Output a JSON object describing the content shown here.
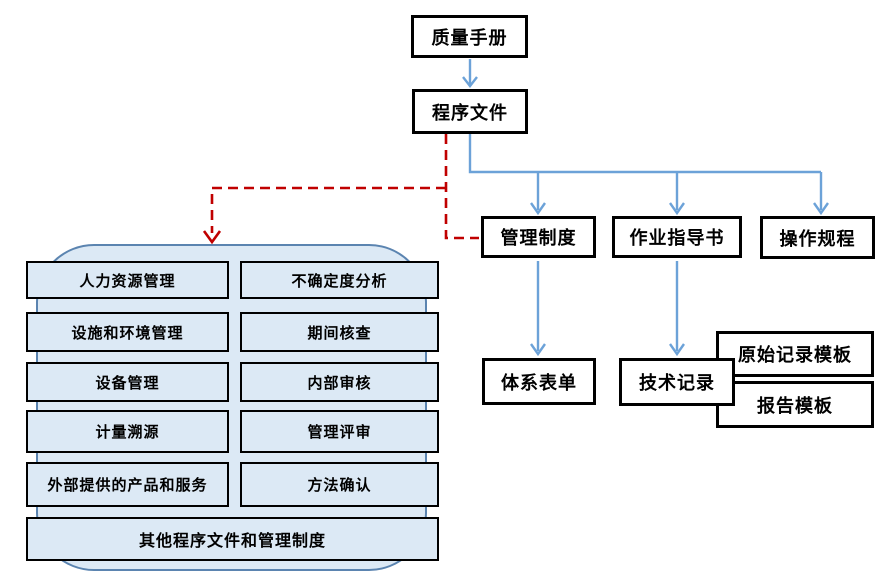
{
  "diagram": {
    "type": "flowchart",
    "description": "Quality management documentation hierarchy"
  },
  "nodes": {
    "quality_manual": {
      "label": "质量手册"
    },
    "procedure_documents": {
      "label": "程序文件"
    },
    "management_system": {
      "label": "管理制度"
    },
    "work_instructions": {
      "label": "作业指导书"
    },
    "operating_procedures": {
      "label": "操作规程"
    },
    "system_forms": {
      "label": "体系表单"
    },
    "technical_records": {
      "label": "技术记录"
    },
    "original_record_template": {
      "label": "原始记录模板"
    },
    "report_template": {
      "label": "报告模板"
    }
  },
  "procedure_group": {
    "items": [
      "人力资源管理",
      "不确定度分析",
      "设施和环境管理",
      "期间核查",
      "设备管理",
      "内部审核",
      "计量溯源",
      "管理评审",
      "外部提供的产品和服务",
      "方法确认",
      "其他程序文件和管理制度"
    ]
  },
  "colors": {
    "box_border": "#000000",
    "box_fill": "#ffffff",
    "group_fill": "#dce9f5",
    "group_border": "#5b84b0",
    "arrow_blue": "#6ca2d8",
    "arrow_red": "#c00000",
    "text": "#000000"
  }
}
